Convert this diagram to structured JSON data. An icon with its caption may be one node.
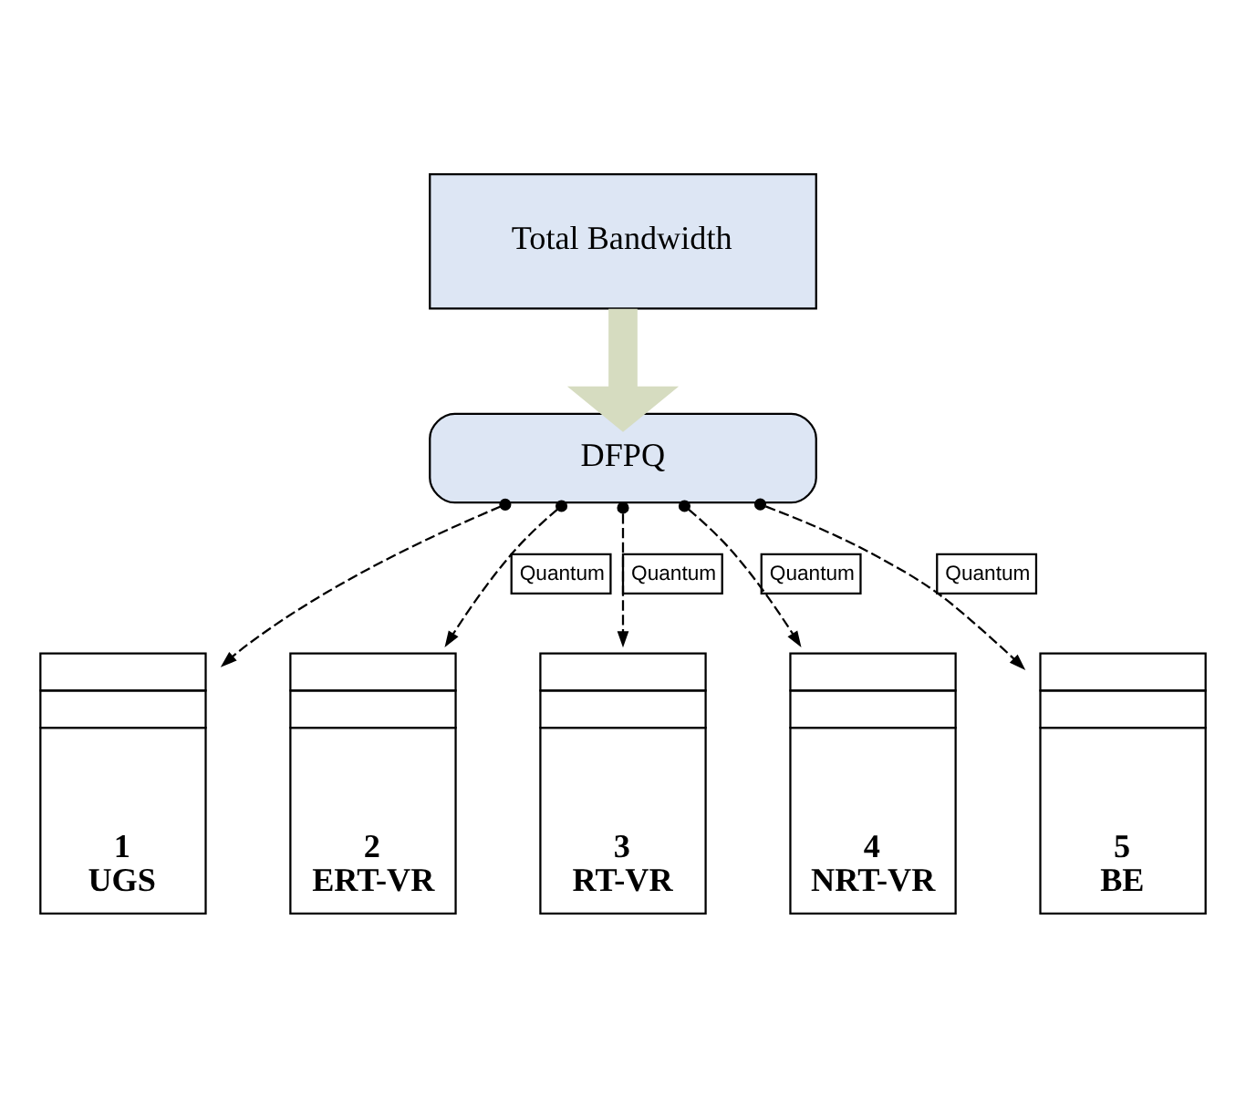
{
  "diagram": {
    "nodes": [
      {
        "text": [
          "Total Bandwidth"
        ]
      },
      {
        "text": [
          "DFPQ"
        ]
      },
      {
        "text": [
          "1 UGS"
        ]
      },
      {
        "text": [
          "2 ERT-VR"
        ]
      },
      {
        "text": [
          "3 RT-VR"
        ]
      },
      {
        "text": [
          "4 NRT-VR"
        ]
      },
      {
        "text": [
          "5 BE"
        ]
      }
    ],
    "edges": [
      {
        "from": 0,
        "to": 1,
        "arrow": "to",
        "style": "thick",
        "color": "#d6dcc0"
      },
      {
        "from": 1,
        "to": 2,
        "arrow": "to",
        "style": "dashed"
      },
      {
        "from": 1,
        "to": 3,
        "arrow": "to",
        "style": "dashed",
        "label": "Quantum"
      },
      {
        "from": 1,
        "to": 4,
        "arrow": "to",
        "style": "dashed",
        "label": "Quantum"
      },
      {
        "from": 1,
        "to": 5,
        "arrow": "to",
        "style": "dashed",
        "label": "Quantum"
      },
      {
        "from": 1,
        "to": 6,
        "arrow": "to",
        "style": "dashed",
        "label": "Quantum"
      }
    ]
  }
}
